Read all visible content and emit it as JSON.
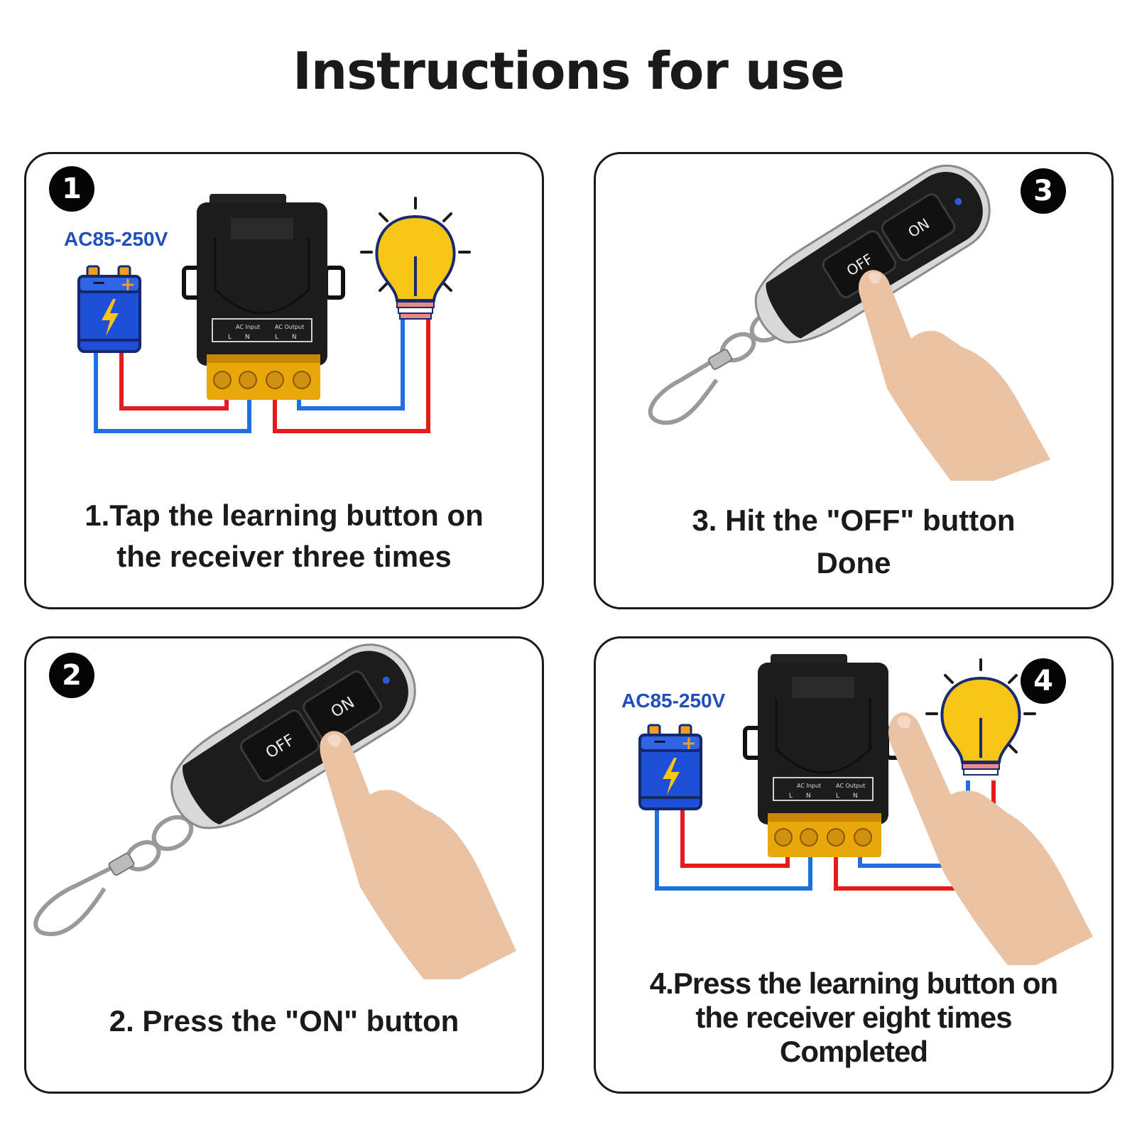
{
  "title": "Instructions for use",
  "colors": {
    "panel_border": "#1a1a1a",
    "badge": "#050505",
    "voltage_text": "#1f4fbf",
    "wire_blue": "#1f6fe0",
    "wire_red": "#e41c1c",
    "bulb_yellow": "#f7c516",
    "battery_blue": "#1f4fd8",
    "terminal_amber": "#e8a80a"
  },
  "steps": [
    {
      "number": "1",
      "voltage_label": "AC85-250V",
      "terminal_labels": [
        "AC Input",
        "AC Output",
        "L",
        "N",
        "L",
        "N"
      ],
      "caption_lines": [
        "1.Tap the learning button on",
        "the receiver three times"
      ],
      "icons": [
        "battery-icon",
        "receiver-module",
        "light-bulb-icon"
      ]
    },
    {
      "number": "2",
      "remote_labels": [
        "OFF",
        "ON"
      ],
      "caption_lines": [
        "2. Press the \"ON\" button"
      ],
      "icons": [
        "remote-fob",
        "finger-hand"
      ]
    },
    {
      "number": "3",
      "remote_labels": [
        "OFF",
        "ON"
      ],
      "caption_lines": [
        "3. Hit the \"OFF\" button",
        "Done"
      ],
      "icons": [
        "remote-fob",
        "finger-hand"
      ]
    },
    {
      "number": "4",
      "voltage_label": "AC85-250V",
      "terminal_labels": [
        "AC Input",
        "AC Output",
        "L",
        "N",
        "L",
        "N"
      ],
      "caption_lines": [
        "4.Press the learning button on",
        "the receiver eight times",
        "Completed"
      ],
      "icons": [
        "battery-icon",
        "receiver-module",
        "light-bulb-icon",
        "finger-hand"
      ]
    }
  ]
}
